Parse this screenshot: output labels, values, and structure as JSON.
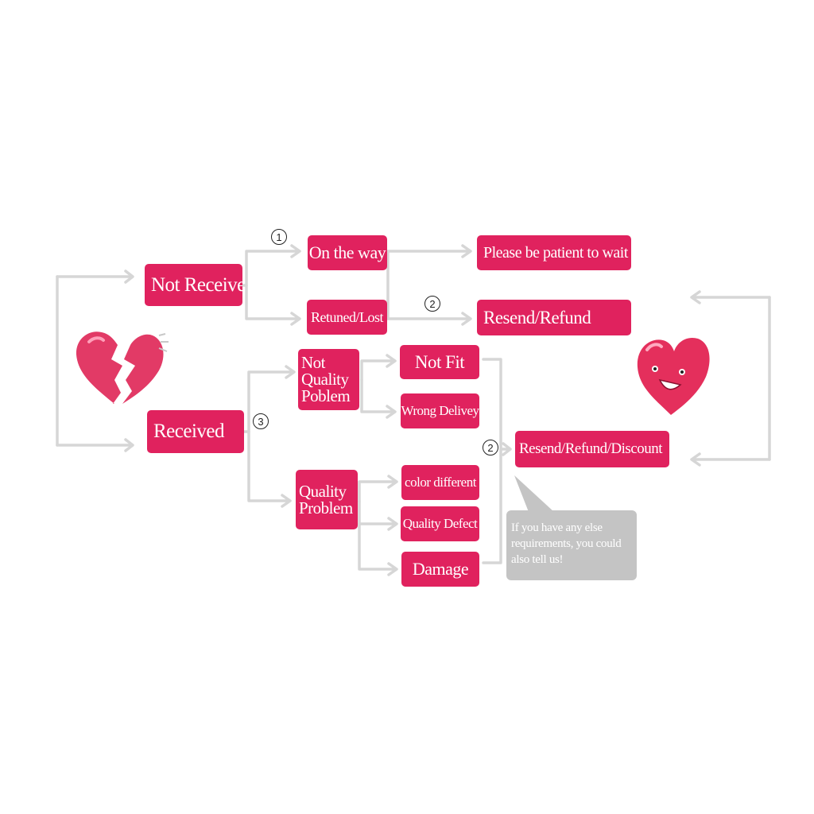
{
  "boxes": {
    "not_received": "Not Received",
    "received": "Received",
    "on_the_way": "On the way",
    "retuned_lost": "Retuned/Lost",
    "please_wait": "Please be patient to wait",
    "resend_refund": "Resend/Refund",
    "not_quality_problem": "Not\nQuality\nPoblem",
    "quality_problem": "Quality\nProblem",
    "not_fit": "Not Fit",
    "wrong_delivey": "Wrong Delivey",
    "color_different": "color   different",
    "quality_defect": "Quality Defect",
    "damage": "Damage",
    "resend_refund_discount": "Resend/Refund/Discount"
  },
  "markers": {
    "one": "1",
    "two_top": "2",
    "three": "3",
    "two_bottom": "2"
  },
  "note": "If you have any else requirements, you could also tell us!",
  "icons": {
    "left": "broken-heart-icon",
    "right": "smiling-heart-icon"
  },
  "colors": {
    "box": "#e0225e",
    "connector": "#d6d6d6",
    "note": "#c4c4c4"
  }
}
